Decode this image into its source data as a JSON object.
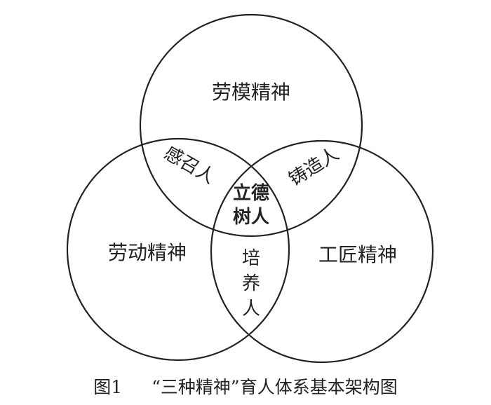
{
  "diagram": {
    "circles": [
      {
        "id": "top",
        "label": "劳模精神"
      },
      {
        "id": "left",
        "label": "劳动精神"
      },
      {
        "id": "right",
        "label": "工匠精神"
      }
    ],
    "overlaps": {
      "top_left": "感召人",
      "top_right": "铸造人",
      "left_right": [
        "培",
        "养",
        "人"
      ],
      "center": [
        "立德",
        "树人"
      ]
    },
    "caption": {
      "figure_number": "图1",
      "title": "“三种精神”育人体系基本架构图"
    },
    "colors": {
      "stroke": "#222222",
      "text": "#222222",
      "background": "#ffffff"
    }
  }
}
